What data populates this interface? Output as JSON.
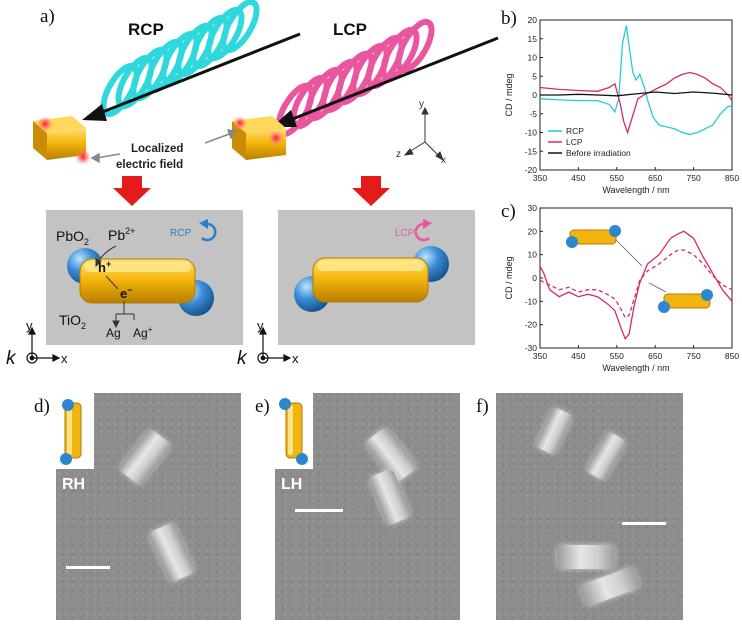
{
  "panels": {
    "a": "a)",
    "b": "b)",
    "c": "c)",
    "d": "d)",
    "e": "e)",
    "f": "f)"
  },
  "schematic": {
    "rcp_label": "RCP",
    "lcp_label": "LCP",
    "field_label_line1": "Localized",
    "field_label_line2": "electric field",
    "axes": {
      "y": "y",
      "z": "z",
      "x": "x"
    },
    "left_box": {
      "pbo2": "PbO",
      "pbo2_sub": "2",
      "pb2": "Pb",
      "pb2_sup": "2+",
      "hole": "h",
      "hole_sup": "+",
      "electron": "e",
      "electron_sup": "−",
      "tio2": "TiO",
      "tio2_sub": "2",
      "ag": "Ag",
      "ag_plus": "Ag",
      "ag_plus_sup": "+",
      "tag": "RCP"
    },
    "right_box": {
      "tag": "LCP"
    },
    "frame": {
      "y": "y",
      "x": "x",
      "k": "k"
    }
  },
  "colors": {
    "rcp": "#2ed8dc",
    "lcp": "#e9569f",
    "rcp_line": "#27cbd6",
    "lcp_line": "#d9296a",
    "before_line": "#111111",
    "arrow_red": "#e31b1b",
    "gold": "#f2b50f",
    "sphere": "#2e86cf"
  },
  "chart_data": [
    {
      "panel": "b",
      "type": "line",
      "xlabel": "Wavelength / nm",
      "ylabel": "CD / mdeg",
      "xlim": [
        350,
        850
      ],
      "ylim": [
        -20,
        20
      ],
      "xticks": [
        350,
        450,
        550,
        650,
        750,
        850
      ],
      "yticks": [
        -20,
        -15,
        -10,
        -5,
        0,
        5,
        10,
        15,
        20
      ],
      "legend_position": "bottom-left",
      "series": [
        {
          "name": "RCP",
          "color": "#27cbd6",
          "x": [
            350,
            400,
            450,
            500,
            530,
            545,
            555,
            565,
            575,
            582,
            592,
            600,
            610,
            622,
            632,
            645,
            660,
            680,
            700,
            720,
            740,
            760,
            780,
            800,
            820,
            840,
            850
          ],
          "y": [
            -1,
            -1.3,
            -1.5,
            -1.5,
            -2.5,
            -4.5,
            -1,
            14,
            18.5,
            13,
            6,
            4,
            5.5,
            2,
            -2,
            -6,
            -8,
            -8.5,
            -9,
            -10,
            -10.5,
            -10,
            -9,
            -8,
            -5,
            -3,
            -3
          ]
        },
        {
          "name": "LCP",
          "color": "#d9296a",
          "x": [
            350,
            400,
            450,
            500,
            530,
            545,
            558,
            568,
            578,
            590,
            605,
            620,
            640,
            660,
            680,
            700,
            720,
            740,
            760,
            780,
            800,
            820,
            840,
            850
          ],
          "y": [
            2,
            1.5,
            1.2,
            1,
            2,
            3,
            -2,
            -7,
            -10,
            -6,
            -1,
            0,
            1,
            2,
            3,
            4.5,
            5.5,
            6,
            5.5,
            4.5,
            3,
            2,
            0,
            -1.5
          ]
        },
        {
          "name": "Before irradiation",
          "color": "#111111",
          "x": [
            350,
            400,
            450,
            500,
            550,
            600,
            650,
            700,
            750,
            800,
            850
          ],
          "y": [
            0,
            0,
            0.2,
            0,
            -0.2,
            0.3,
            0.8,
            0.4,
            0.8,
            0.5,
            0
          ]
        }
      ]
    },
    {
      "panel": "c",
      "type": "line",
      "xlabel": "Wavelength / nm",
      "ylabel": "CD / mdeg",
      "xlim": [
        350,
        850
      ],
      "ylim": [
        -30,
        30
      ],
      "xticks": [
        350,
        450,
        550,
        650,
        750,
        850
      ],
      "yticks": [
        -30,
        -20,
        -10,
        0,
        10,
        20,
        30
      ],
      "series": [
        {
          "style": "solid",
          "color": "#d9296a",
          "x": [
            350,
            360,
            375,
            400,
            425,
            450,
            475,
            500,
            525,
            545,
            560,
            572,
            582,
            595,
            610,
            630,
            660,
            690,
            710,
            725,
            750,
            775,
            800,
            825,
            850
          ],
          "y": [
            5,
            2,
            -5,
            -8,
            -6,
            -8,
            -7,
            -8,
            -11,
            -14,
            -21,
            -26,
            -24,
            -12,
            -2,
            6,
            10,
            17,
            19,
            20,
            17,
            9,
            2,
            -5,
            -10
          ]
        },
        {
          "style": "dashed",
          "color": "#d9296a",
          "x": [
            350,
            375,
            400,
            425,
            450,
            475,
            500,
            525,
            545,
            560,
            572,
            582,
            595,
            610,
            630,
            660,
            690,
            710,
            725,
            750,
            775,
            800,
            825,
            850
          ],
          "y": [
            -1,
            -3,
            -5,
            -4,
            -6,
            -5,
            -5,
            -7,
            -9,
            -13,
            -17,
            -16,
            -9,
            -1,
            3,
            6,
            10,
            12,
            12,
            10,
            6,
            1,
            -3,
            -5
          ]
        }
      ]
    }
  ],
  "sem": {
    "d_tag": "RH",
    "e_tag": "LH"
  }
}
